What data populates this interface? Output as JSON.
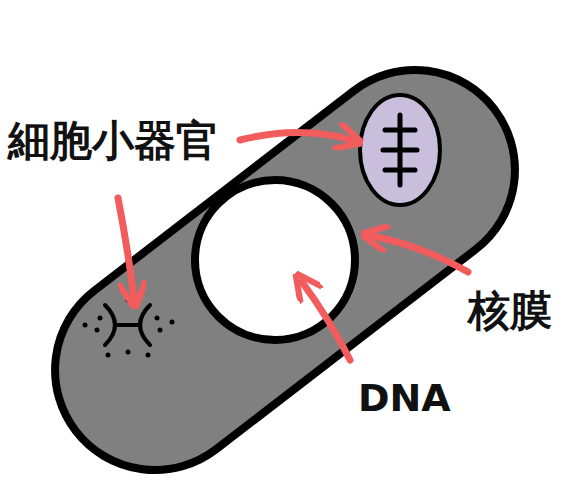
{
  "diagram": {
    "labels": [
      "細胞小器官",
      "核膜",
      "DNA"
    ]
  }
}
